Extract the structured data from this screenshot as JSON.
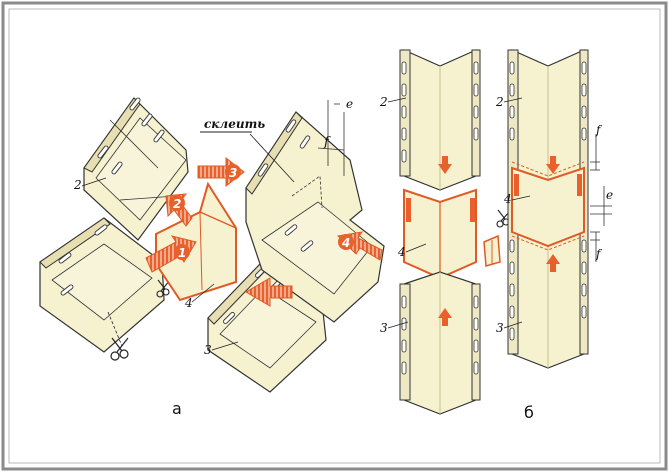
{
  "figure": {
    "colors": {
      "frame": "#8a8a8a",
      "panel_fill": "#f6f1cf",
      "panel_shadow": "#e7dfb2",
      "outline": "#333333",
      "accent": "#e05a25",
      "arrow": "#e8612c",
      "arrow_stripe": "#f3a98a"
    },
    "captions": {
      "left": "а",
      "right": "б"
    },
    "glue_label": "склеить",
    "dim_labels": {
      "e": "e",
      "f": "f"
    },
    "left_parts": {
      "part2": "2",
      "part3": "3",
      "part4": "4"
    },
    "step_numbers": [
      "1",
      "2",
      "3",
      "4"
    ],
    "right_parts": {
      "col1_top": "2",
      "col1_mid": "4",
      "col1_bottom": "3",
      "col2_top": "2",
      "col2_mid": "4",
      "col2_bottom": "3"
    },
    "right_dims": {
      "f_top": "f",
      "e": "e",
      "f_bottom": "f"
    }
  }
}
